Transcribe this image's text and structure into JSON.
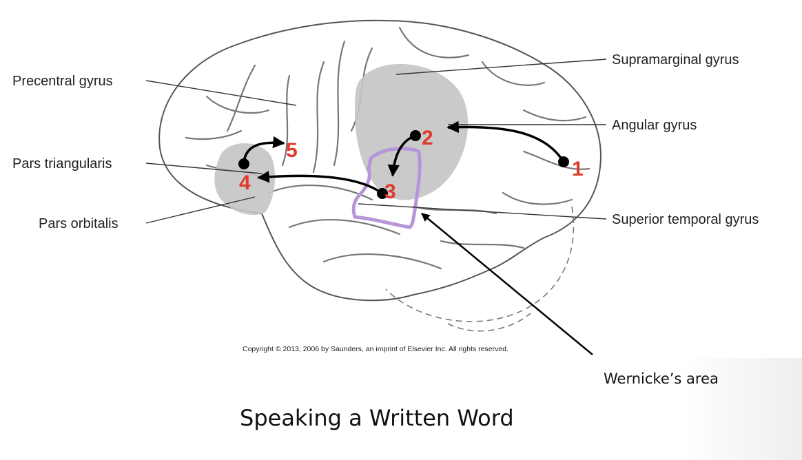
{
  "labels": {
    "precentral": "Precentral gyrus",
    "pars_triangularis": "Pars triangularis",
    "pars_orbitalis": "Pars orbitalis",
    "supramarginal": "Supramarginal gyrus",
    "angular": "Angular gyrus",
    "superior_temporal": "Superior temporal gyrus",
    "wernicke": "Wernicke’s area"
  },
  "steps": [
    "1",
    "2",
    "3",
    "4",
    "5"
  ],
  "copyright": "Copyright © 2013, 2006 by Saunders, an imprint of Elsevier Inc. All rights reserved.",
  "title": "Speaking a Written Word",
  "colors": {
    "step_number": "#e03a2c",
    "wernicke_outline": "#b795d8",
    "highlight_region": "#c4c4c4",
    "pathway_arrow": "#000000"
  }
}
